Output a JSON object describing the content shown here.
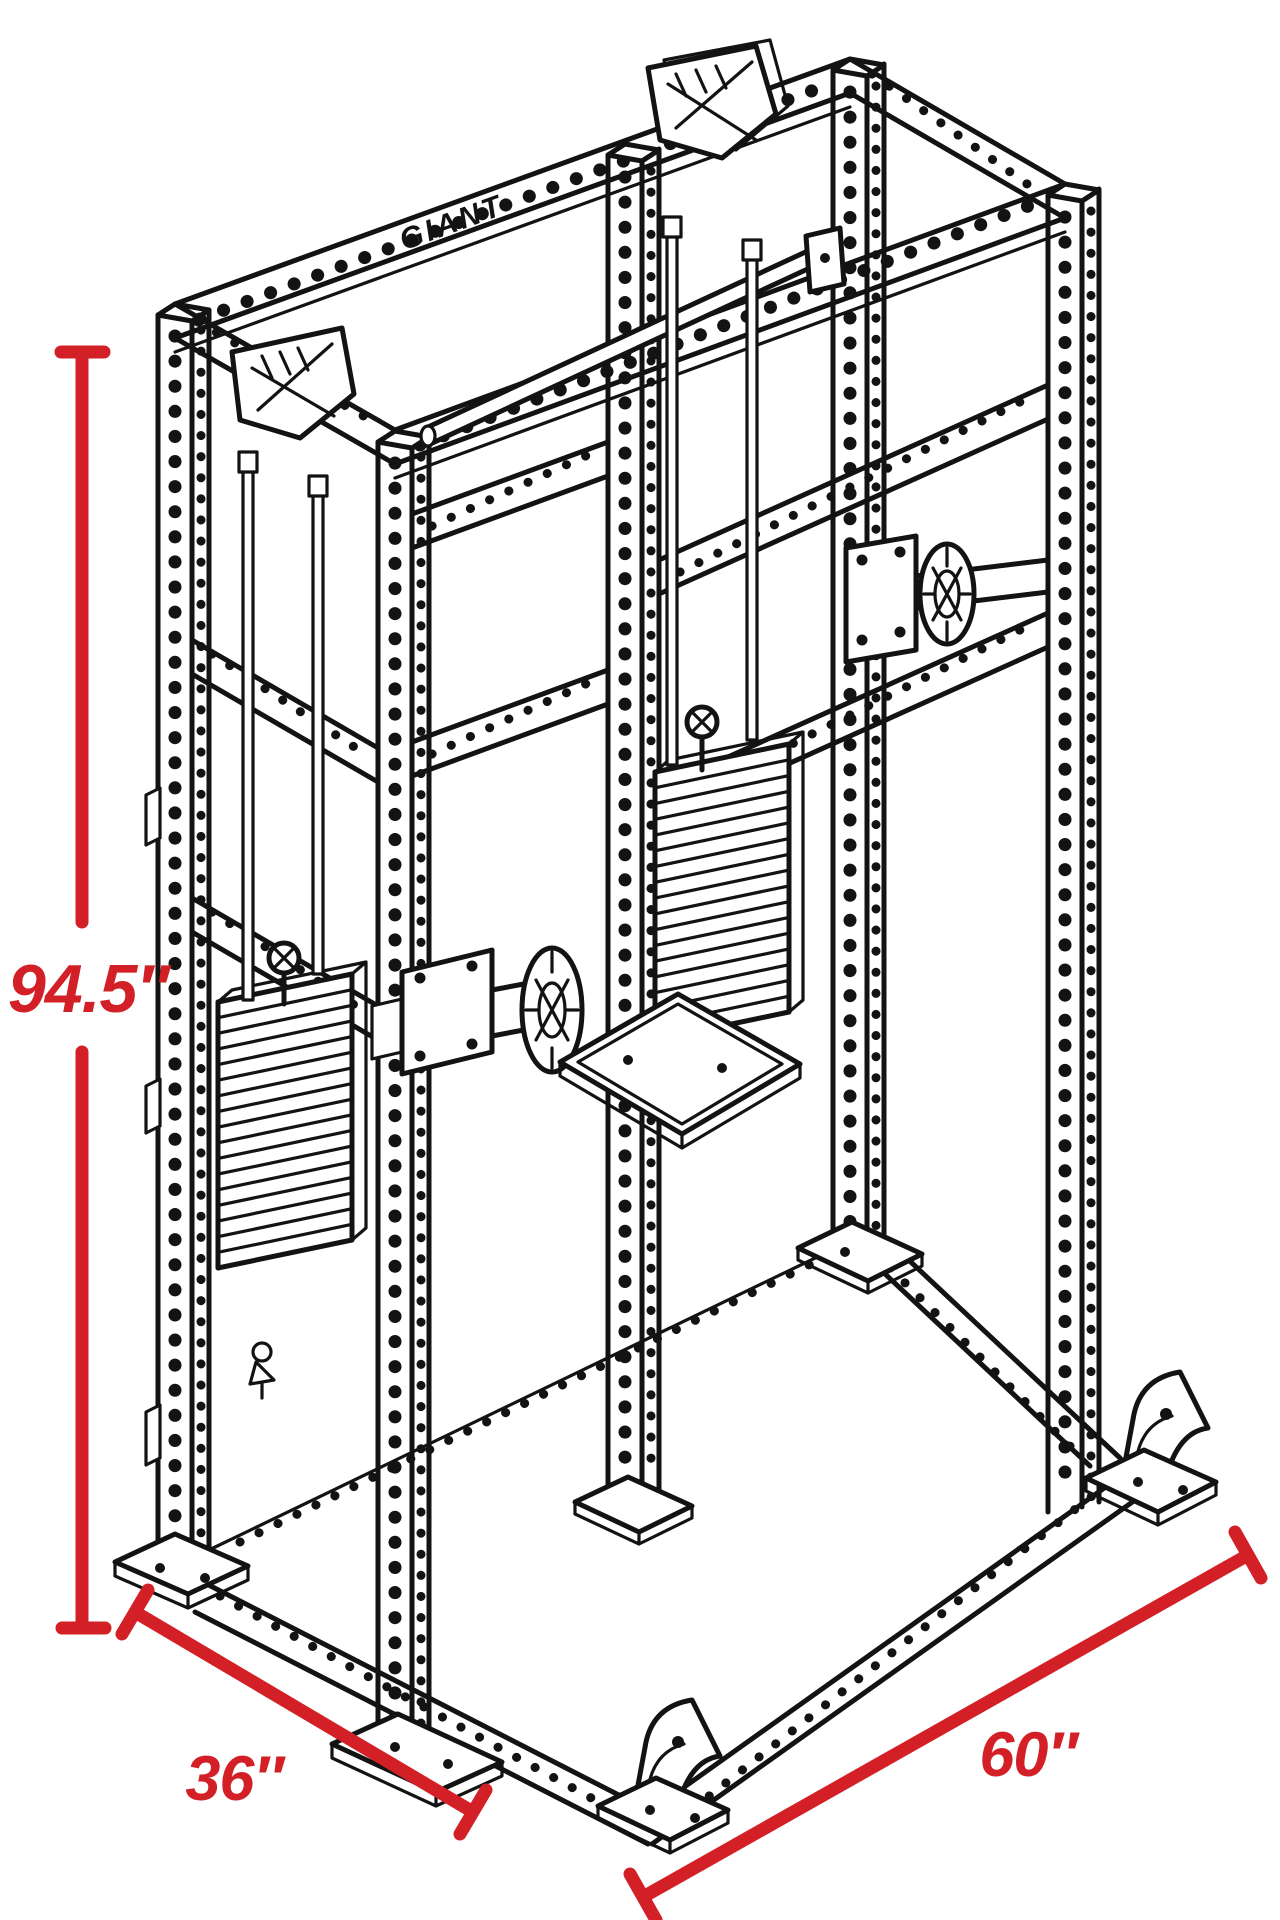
{
  "page": {
    "background_color": "#ffffff"
  },
  "drawing": {
    "type": "isometric technical line drawing",
    "brand_label": "GIANT",
    "line_color": "#131313"
  },
  "dimensions": {
    "accent_color": "#d32027",
    "unit": "inches",
    "height": {
      "label": "94.5″",
      "value": 94.5
    },
    "depth": {
      "label": "36″",
      "value": 36
    },
    "width": {
      "label": "60″",
      "value": 60
    }
  }
}
